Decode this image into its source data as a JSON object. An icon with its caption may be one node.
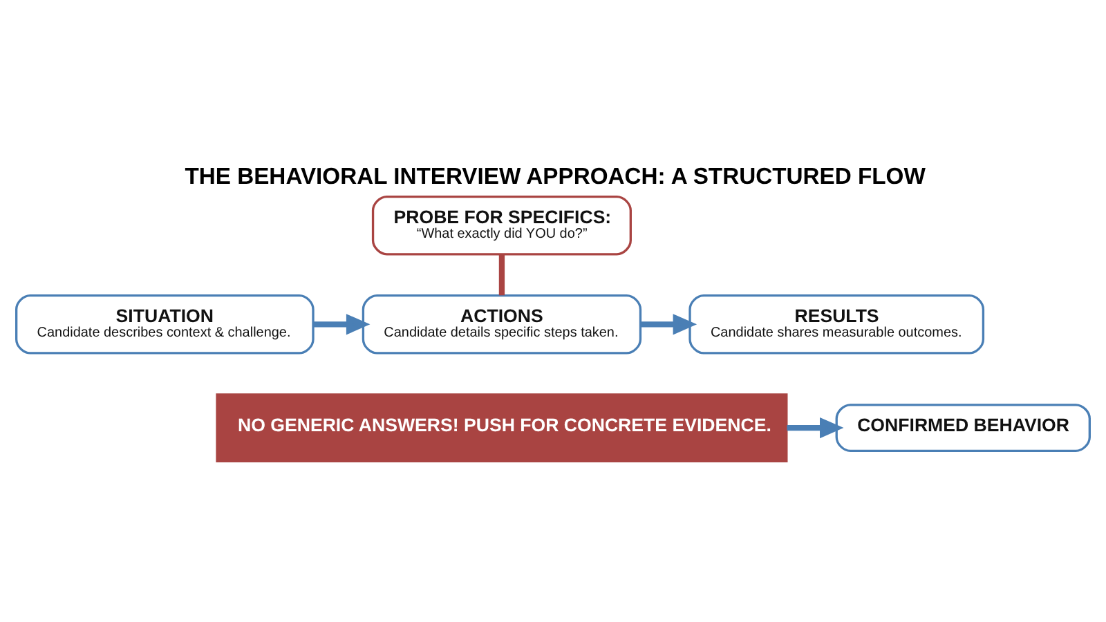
{
  "diagram": {
    "title": "THE BEHAVIORAL INTERVIEW APPROACH: A STRUCTURED FLOW",
    "nodes": [
      {
        "text": [
          "SITUATION",
          "Candidate describes context & challenge."
        ]
      },
      {
        "text": [
          "ACTIONS",
          "Candidate details specific steps taken."
        ]
      },
      {
        "text": [
          "RESULTS",
          "Candidate shares measurable outcomes."
        ]
      },
      {
        "text": [
          "PROBE FOR SPECIFICS:",
          "“What exactly did YOU do?”"
        ]
      },
      {
        "text": [
          "NO GENERIC ANSWERS! PUSH FOR CONCRETE EVIDENCE."
        ]
      },
      {
        "text": [
          "CONFIRMED BEHAVIOR"
        ]
      }
    ],
    "edges": [
      {
        "from": 0,
        "to": 1,
        "arrow": "to"
      },
      {
        "from": 1,
        "to": 2,
        "arrow": "to"
      },
      {
        "from": 3,
        "to": 1,
        "arrow": "none",
        "color": "#a94442"
      },
      {
        "from": 4,
        "to": 5,
        "arrow": "to"
      }
    ]
  }
}
